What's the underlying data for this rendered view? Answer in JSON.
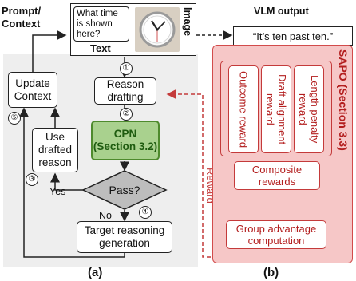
{
  "context": {
    "label": "Prompt/\nContext",
    "question": "What time is shown here?",
    "text_tag": "Text",
    "image_tag": "Image"
  },
  "vlm": {
    "title": "VLM output",
    "answer": "“It’s ten past ten.”"
  },
  "flow": {
    "update_context": "Update Context",
    "reason_drafting": "Reason drafting",
    "cpn_title": "CPN",
    "cpn_section": "(Section 3.2)",
    "use_drafted": "Use drafted reason",
    "pass": "Pass?",
    "yes": "Yes",
    "no": "No",
    "target": "Target reasoning generation",
    "steps": [
      "①",
      "②",
      "③",
      "④",
      "⑤"
    ],
    "reward": "Reward",
    "panel_label": "(a)"
  },
  "sapo": {
    "title": "SAPO (Section 3.3)",
    "outcome": "Outcome reward",
    "draft_alignment": "Draft alignment reward",
    "length_penalty": "Length penalty reward",
    "composite": "Composite rewards",
    "group": "Group advantage computation",
    "panel_label": "(b)"
  },
  "colors": {
    "cpn_fill": "#a9d18e",
    "sapo_fill": "#f6c7c7",
    "sapo_border": "#d24b4b",
    "reward_arrow": "#c43a3a",
    "diamond": "#bdbdbd"
  }
}
